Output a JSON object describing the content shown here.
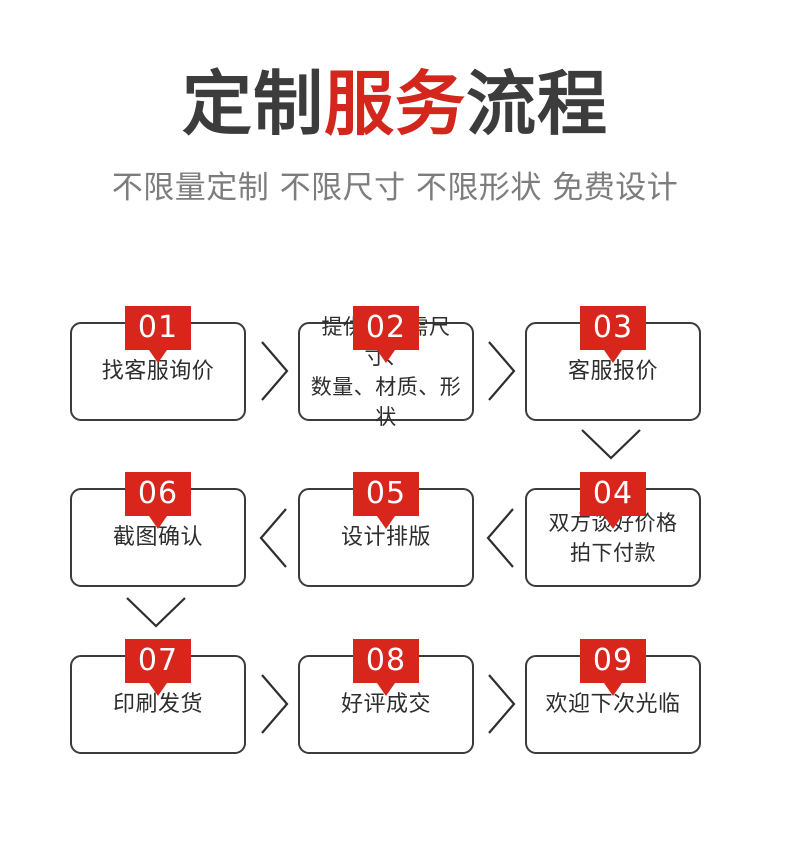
{
  "header": {
    "title_part1": "定制",
    "title_accent": "服务",
    "title_part2": "流程",
    "title_full": "定制服务流程",
    "subtitle": "不限量定制 不限尺寸 不限形状 免费设计"
  },
  "colors": {
    "accent_red": "#d9261c",
    "title_dark": "#3c3c3c",
    "subtitle_gray": "#7d7d7d",
    "box_border": "#3b3b3b",
    "text_dark": "#2e2e2e",
    "background": "#ffffff"
  },
  "flow": {
    "steps": [
      {
        "number": "01",
        "label": "找客服询价",
        "lines": 1
      },
      {
        "number": "02",
        "label": "提供您所需尺寸、\n数量、材质、形状",
        "lines": 2
      },
      {
        "number": "03",
        "label": "客服报价",
        "lines": 1
      },
      {
        "number": "04",
        "label": "双方谈好价格\n拍下付款",
        "lines": 2
      },
      {
        "number": "05",
        "label": "设计排版",
        "lines": 1
      },
      {
        "number": "06",
        "label": "截图确认",
        "lines": 1
      },
      {
        "number": "07",
        "label": "印刷发货",
        "lines": 1
      },
      {
        "number": "08",
        "label": "好评成交",
        "lines": 1
      },
      {
        "number": "09",
        "label": "欢迎下次光临",
        "lines": 1
      }
    ],
    "connectors": [
      {
        "from": "01",
        "to": "02",
        "direction": "right"
      },
      {
        "from": "02",
        "to": "03",
        "direction": "right"
      },
      {
        "from": "03",
        "to": "04",
        "direction": "down"
      },
      {
        "from": "04",
        "to": "05",
        "direction": "left"
      },
      {
        "from": "05",
        "to": "06",
        "direction": "left"
      },
      {
        "from": "06",
        "to": "07",
        "direction": "down"
      },
      {
        "from": "07",
        "to": "08",
        "direction": "right"
      },
      {
        "from": "08",
        "to": "09",
        "direction": "right"
      }
    ]
  }
}
